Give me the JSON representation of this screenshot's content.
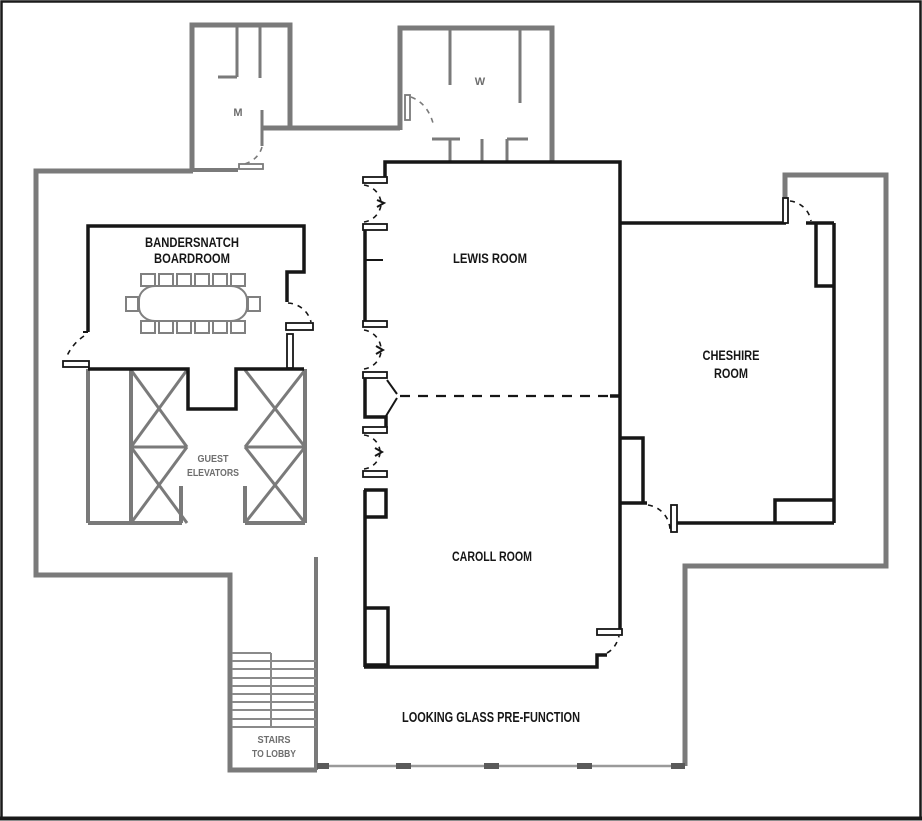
{
  "plan": {
    "rooms": {
      "boardroom": {
        "line1": "BANDERSNATCH",
        "line2": "BOARDROOM"
      },
      "lewis": {
        "label": "LEWIS ROOM"
      },
      "caroll": {
        "label": "CAROLL ROOM"
      },
      "cheshire": {
        "line1": "CHESHIRE",
        "line2": "ROOM"
      },
      "prefunction": {
        "label": "LOOKING GLASS PRE-FUNCTION"
      },
      "elevators": {
        "line1": "GUEST",
        "line2": "ELEVATORS"
      },
      "stairs": {
        "line1": "STAIRS",
        "line2": "TO LOBBY"
      },
      "restroom_men": {
        "label": "M"
      },
      "restroom_women": {
        "label": "W"
      }
    },
    "colors": {
      "public_wall": "#7a7a7a",
      "room_wall": "#161616",
      "gray_label": "#6e6e6e",
      "dark_label": "#161616",
      "background": "#ffffff"
    }
  }
}
